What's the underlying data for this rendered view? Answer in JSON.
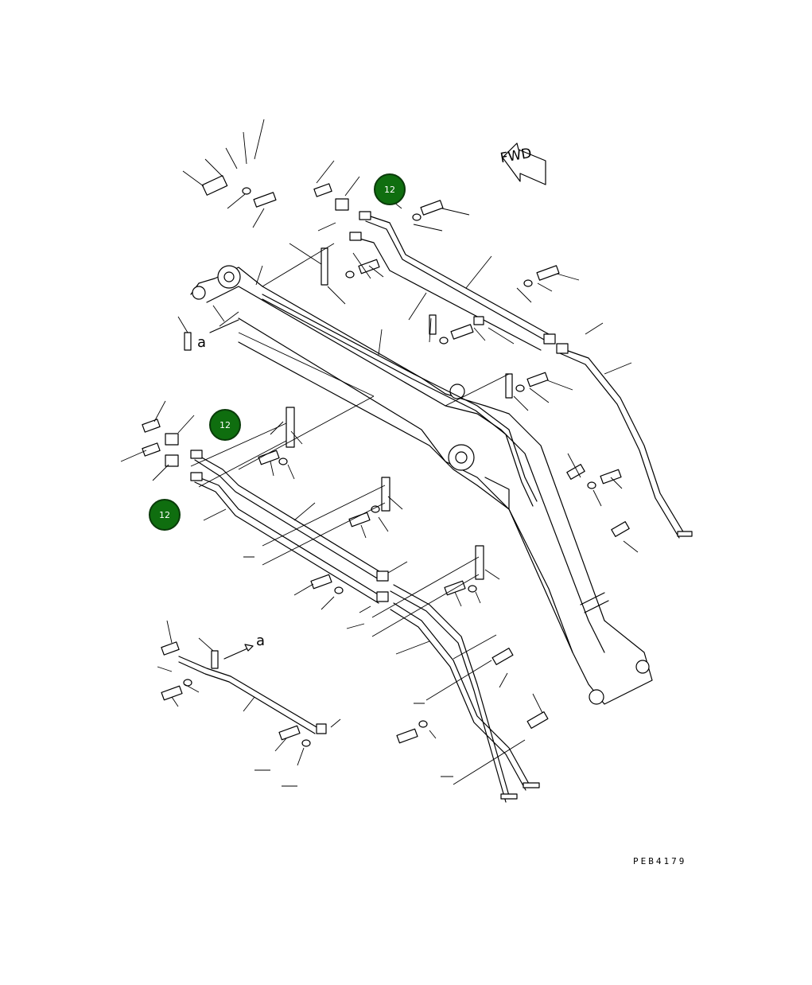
{
  "diagram": {
    "drawing_code": "PEB4179",
    "direction_label": "FWD",
    "detail_reference_letter": "a",
    "callouts": [
      {
        "id": "callout-1",
        "label": "12"
      },
      {
        "id": "callout-2",
        "label": "12"
      },
      {
        "id": "callout-3",
        "label": "12"
      }
    ]
  },
  "colors": {
    "callout_fill": "#0f6e0f",
    "callout_text": "#ffffff",
    "line": "#000000"
  }
}
